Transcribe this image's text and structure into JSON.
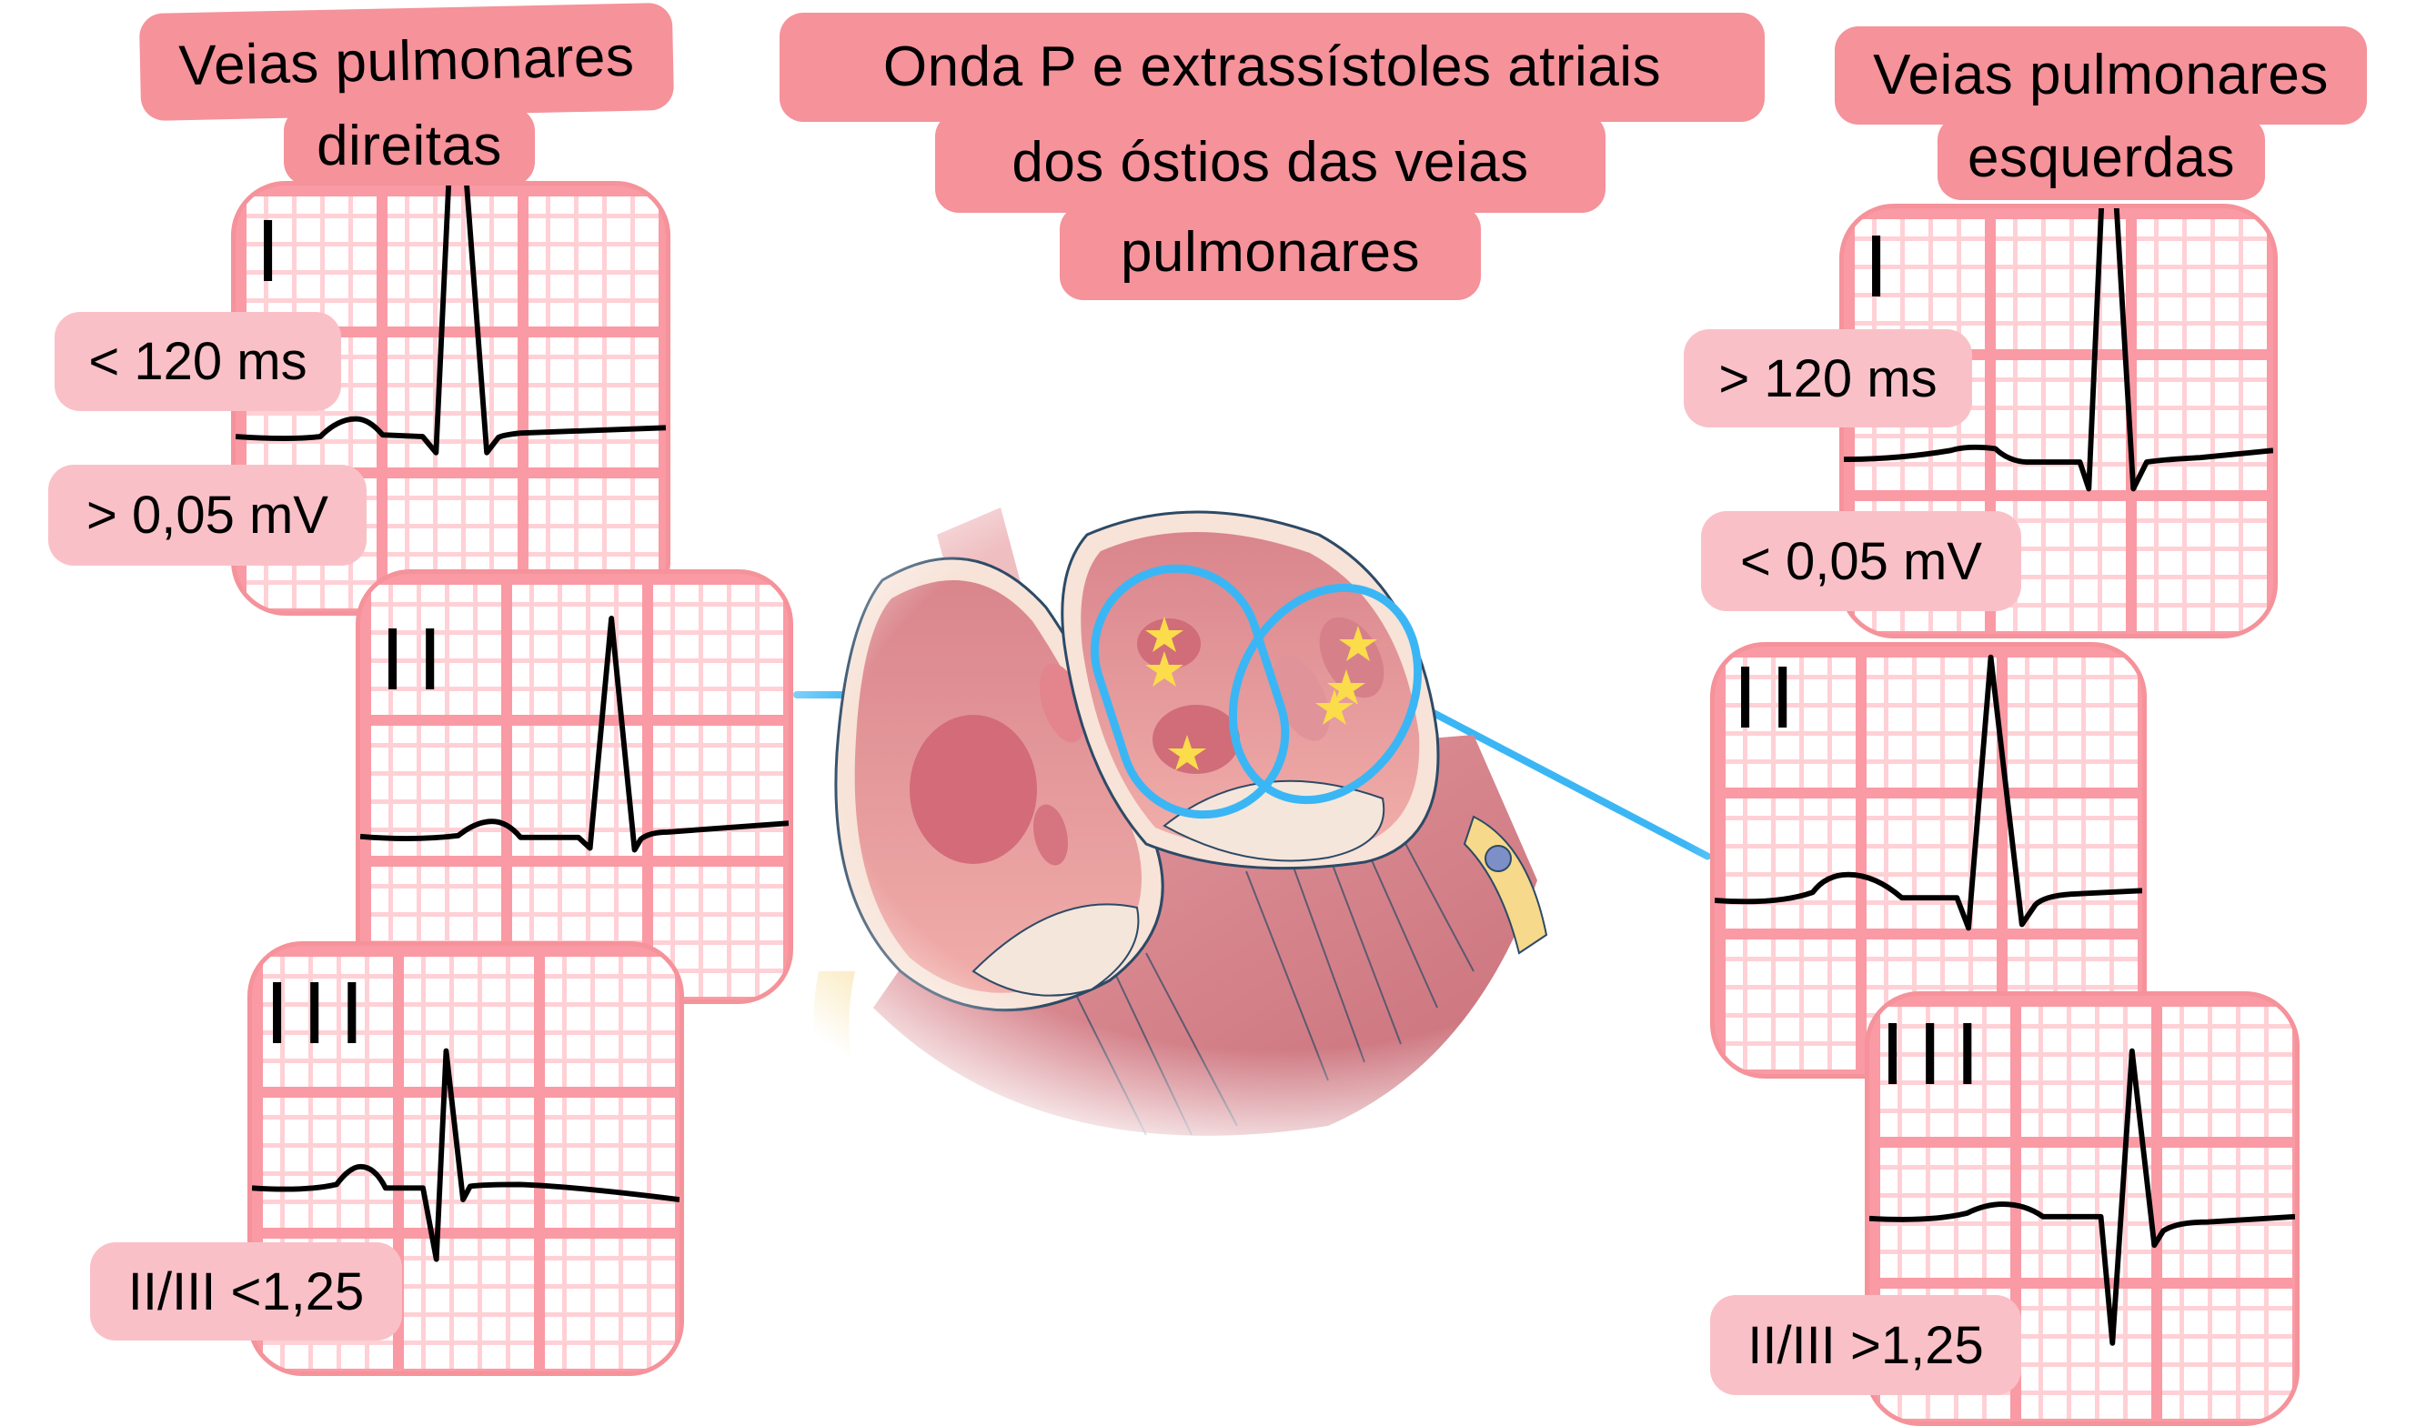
{
  "title": {
    "lines": [
      "Onda P e extrassístoles atriais",
      "dos óstios das veias",
      "pulmonares"
    ]
  },
  "left_group": {
    "heading_lines": [
      "Veias pulmonares",
      "direitas"
    ],
    "panels": [
      {
        "lead": "I"
      },
      {
        "lead": "II"
      },
      {
        "lead": "III"
      }
    ],
    "criteria": {
      "duration": "< 120 ms",
      "amplitude": "> 0,05 mV",
      "ratio": "II/III <1,25"
    }
  },
  "right_group": {
    "heading_lines": [
      "Veias pulmonares",
      "esquerdas"
    ],
    "panels": [
      {
        "lead": "I"
      },
      {
        "lead": "II"
      },
      {
        "lead": "III"
      }
    ],
    "criteria": {
      "duration": "> 120 ms",
      "amplitude": "< 0,05 mV",
      "ratio": "II/III >1,25"
    }
  },
  "illustration": {
    "subject": "heart-cross-section-atria-pulmonary-vein-ostia",
    "highlights": [
      "right-pulmonary-vein-ostia",
      "left-pulmonary-vein-ostia"
    ],
    "marker": "star-icon",
    "marker_count_right": 3,
    "marker_count_left": 3
  },
  "colors": {
    "heading_badge": "#f5929a",
    "criteria_badge": "#f9c1c7",
    "grid_major": "#fa9aa4",
    "grid_minor": "#ffd0d5",
    "connector": "#3bb6f5",
    "star": "#fbdc4a",
    "trace": "#000000"
  }
}
